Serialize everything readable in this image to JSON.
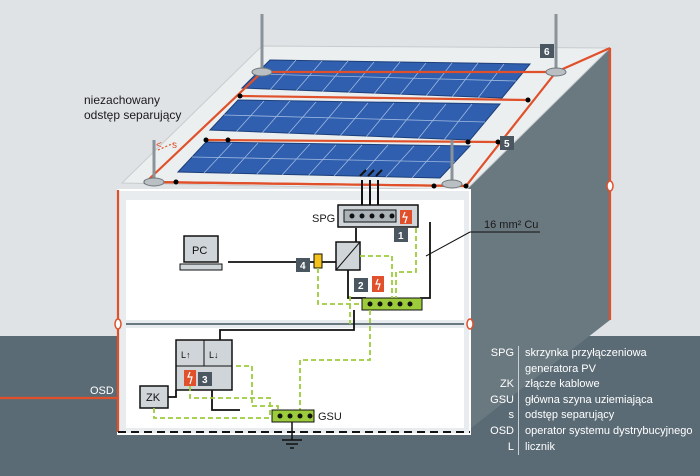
{
  "labels": {
    "unmaintained_distance": [
      "niezachowany",
      "odstęp separujący"
    ],
    "s_mark": "s",
    "spg": "SPG",
    "cable": "16 mm² Cu",
    "pc": "PC",
    "zk": "ZK",
    "gsu": "GSU",
    "osd": "OSD",
    "meter_in": "L↑",
    "meter_out": "L↓"
  },
  "markers": [
    "1",
    "2",
    "3",
    "4",
    "5",
    "6"
  ],
  "legend": [
    {
      "abbr": "SPG",
      "desc": "skrzynka przyłączeniowa"
    },
    {
      "abbr": "",
      "desc": "generatora PV"
    },
    {
      "abbr": "ZK",
      "desc": "złącze kablowe"
    },
    {
      "abbr": "GSU",
      "desc": "główna szyna uziemiająca"
    },
    {
      "abbr": "s",
      "desc": "odstęp separujący"
    },
    {
      "abbr": "OSD",
      "desc": "operator systemu dystrybucyjnego"
    },
    {
      "abbr": "L",
      "desc": "licznik"
    }
  ],
  "colors": {
    "background": "#dfe3e6",
    "ground": "#5b6b75",
    "wall": "#6a7880",
    "lightning_conductor": "#e0502a",
    "panel": "#2f5fae",
    "equipotential": "#9ccc3c",
    "marker_bg": "#4a5760"
  }
}
